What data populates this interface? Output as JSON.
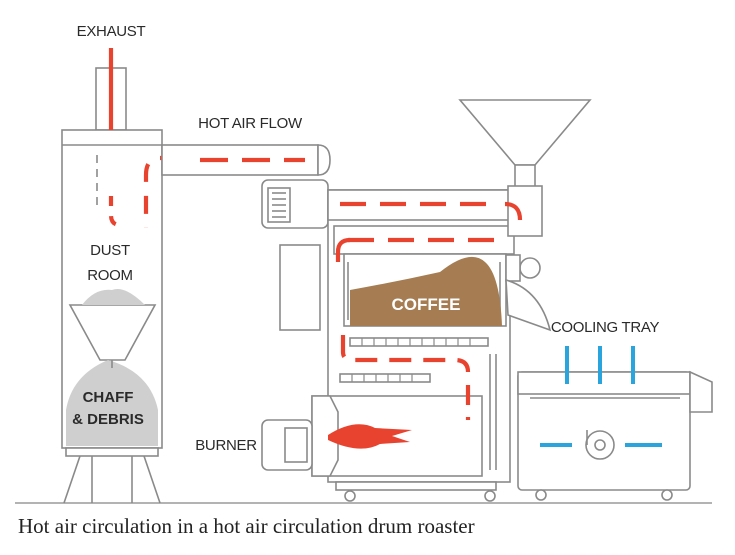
{
  "labels": {
    "exhaust": "EXHAUST",
    "hot_air_flow": "HOT AIR FLOW",
    "dust_line1": "DUST",
    "dust_line2": "ROOM",
    "chaff_line1": "CHAFF",
    "chaff_line2": "& DEBRIS",
    "coffee": "COFFEE",
    "cooling_tray": "COOLING TRAY",
    "burner": "BURNER"
  },
  "caption": "Hot air circulation in a hot air circulation drum roaster",
  "colors": {
    "hot_air": "#e8432e",
    "cooling": "#2aa4dc",
    "coffee": "#a67c52",
    "dust": "#cfcfcf",
    "outline": "#8a8a8a"
  }
}
